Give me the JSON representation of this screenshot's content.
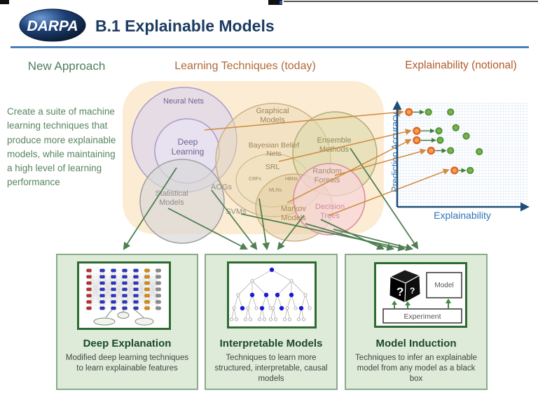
{
  "header": {
    "logo_text": "DARPA",
    "title": "B.1 Explainable Models"
  },
  "left_panel": {
    "heading": "New Approach",
    "body": "Create a suite of machine learning techniques that produce more explainable models, while maintaining a high level of learning performance"
  },
  "venn": {
    "title": "Learning Techniques (today)",
    "labels": [
      {
        "text": "Neural Nets"
      },
      {
        "text": "Deep Learning"
      },
      {
        "text": "Graphical Models"
      },
      {
        "text": "Bayesian Belief Nets"
      },
      {
        "text": "SRL"
      },
      {
        "text": "CRFs"
      },
      {
        "text": "HBNs"
      },
      {
        "text": "MLNs"
      },
      {
        "text": "Ensemble Methods"
      },
      {
        "text": "Random Forests"
      },
      {
        "text": "Decision Trees"
      },
      {
        "text": "Statistical Models"
      },
      {
        "text": "AOGs"
      },
      {
        "text": "SVMs"
      },
      {
        "text": "Markov Models"
      }
    ]
  },
  "chart_data": {
    "type": "scatter",
    "title": "Explainability (notional)",
    "xlabel": "Explainability",
    "ylabel": "Prediction Accuracy",
    "axes_note": "notional, no tick values shown",
    "grid": true,
    "pairs_note": "orange=today's technique, green arrow to future explainable version",
    "pairs": [
      {
        "explainability_before": 0.09,
        "explainability_after": 0.24,
        "accuracy": 0.91
      },
      {
        "explainability_before": 0.15,
        "explainability_after": 0.32,
        "accuracy": 0.73
      },
      {
        "explainability_before": 0.15,
        "explainability_after": 0.33,
        "accuracy": 0.64
      },
      {
        "explainability_before": 0.26,
        "explainability_after": 0.41,
        "accuracy": 0.54
      },
      {
        "explainability_before": 0.44,
        "explainability_after": 0.56,
        "accuracy": 0.35
      }
    ],
    "solo_points": [
      {
        "explainability": 0.41,
        "accuracy": 0.91
      },
      {
        "explainability": 0.45,
        "accuracy": 0.76
      },
      {
        "explainability": 0.53,
        "accuracy": 0.68
      },
      {
        "explainability": 0.63,
        "accuracy": 0.53
      }
    ],
    "colors": {
      "before": "#f7a23f",
      "before_ring": "#d95f2b",
      "after": "#79b24a",
      "after_ring": "#4e8f3a",
      "axis": "#1f4e79",
      "grid": "#ccd9ee"
    }
  },
  "boxes": [
    {
      "title": "Deep Explanation",
      "body": "Modified deep learning techniques to learn explainable features"
    },
    {
      "title": "Interpretable Models",
      "body": "Techniques to learn more structured, interpretable, causal models"
    },
    {
      "title": "Model Induction",
      "body": "Techniques to infer an explainable model from any model as a black box",
      "inner_labels": {
        "model": "Model",
        "experiment": "Experiment"
      }
    }
  ]
}
